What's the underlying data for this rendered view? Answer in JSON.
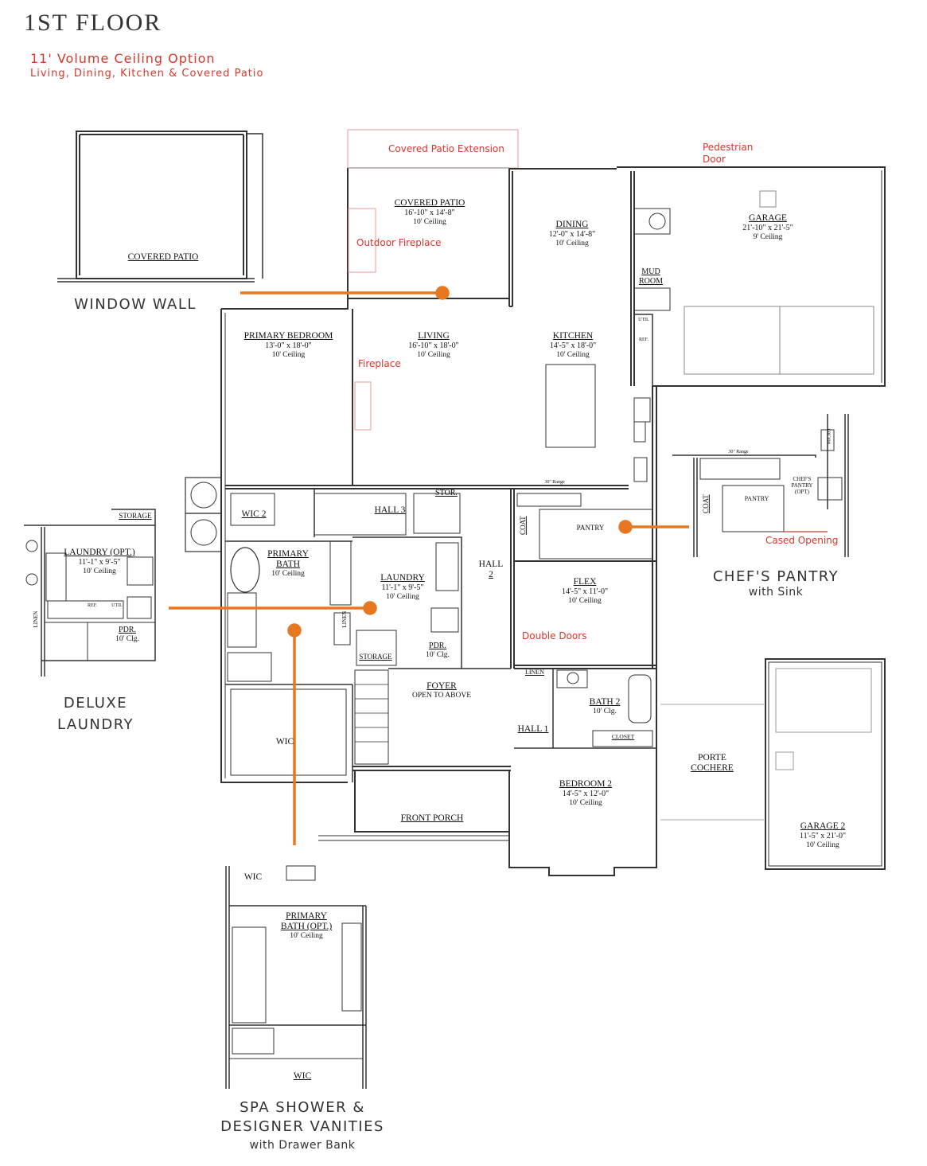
{
  "header": {
    "title": "1ST FLOOR",
    "option_title": "11' Volume Ceiling Option",
    "option_detail": "Living, Dining, Kitchen & Covered Patio"
  },
  "colors": {
    "accent": "#e87722",
    "annotation": "#d8362a",
    "wall": "#333333"
  },
  "rooms": {
    "covered_patio_main": {
      "name": "COVERED PATIO",
      "dims": "16'-10\" x 14'-8\"",
      "ceiling": "10' Ceiling"
    },
    "dining": {
      "name": "DINING",
      "dims": "12'-0\" x 14'-8\"",
      "ceiling": "10' Ceiling"
    },
    "garage": {
      "name": "GARAGE",
      "dims": "21'-10\" x 21'-5\"",
      "ceiling": "9' Ceiling"
    },
    "mud_room": {
      "name_1": "MUD",
      "name_2": "ROOM"
    },
    "util": "UTIL",
    "ref": "REF.",
    "primary_bedroom": {
      "name": "PRIMARY BEDROOM",
      "dims": "13'-0\" x 18'-0\"",
      "ceiling": "10' Ceiling"
    },
    "living": {
      "name": "LIVING",
      "dims": "16'-10\" x 18'-0\"",
      "ceiling": "10' Ceiling"
    },
    "kitchen": {
      "name": "KITCHEN",
      "dims": "14'-5\" x 18'-0\"",
      "ceiling": "10' Ceiling"
    },
    "range": "30\" Range",
    "wic2": "WIC 2",
    "hall3": "HALL 3",
    "stor": "STOR.",
    "coat": "COAT",
    "pantry": "PANTRY",
    "primary_bath": {
      "name_1": "PRIMARY",
      "name_2": "BATH",
      "ceiling": "10' Ceiling"
    },
    "laundry": {
      "name": "LAUNDRY",
      "dims": "11'-1\" x 9'-5\"",
      "ceiling": "10' Ceiling"
    },
    "hall2": {
      "line1": "HALL",
      "line2": "2"
    },
    "flex": {
      "name": "FLEX",
      "dims": "14'-5\" x 11'-0\"",
      "ceiling": "10' Ceiling"
    },
    "linen": "LINEN",
    "storage": "STORAGE",
    "pdr": {
      "name": "PDR.",
      "ceiling": "10' Clg."
    },
    "foyer": {
      "name": "FOYER",
      "note": "OPEN TO ABOVE"
    },
    "bath2": {
      "name": "BATH 2",
      "ceiling": "10' Clg."
    },
    "hall1": "HALL 1",
    "closet": "CLOSET",
    "wic": "WIC",
    "bedroom2": {
      "name": "BEDROOM 2",
      "dims": "14'-5\" x 12'-0\"",
      "ceiling": "10' Ceiling"
    },
    "front_porch": "FRONT PORCH",
    "porte_cochere": {
      "line1": "PORTE",
      "line2": "COCHERE"
    },
    "garage2": {
      "name": "GARAGE  2",
      "dims": "11'-5\" x 21'-0\"",
      "ceiling": "10' Ceiling"
    }
  },
  "annotations": {
    "covered_patio_extension": "Covered Patio Extension",
    "outdoor_fireplace": "Outdoor Fireplace",
    "fireplace": "Fireplace",
    "pedestrian_door_1": "Pedestrian",
    "pedestrian_door_2": "Door",
    "double_doors": "Double Doors",
    "cased_opening": "Cased Opening"
  },
  "insets": {
    "window_wall": {
      "room": "COVERED PATIO",
      "caption": "WINDOW WALL"
    },
    "deluxe_laundry": {
      "storage": "STORAGE",
      "room": "LAUNDRY (OPT.)",
      "dims": "11'-1\" x 9'-5\"",
      "ceiling": "10' Ceiling",
      "ref": "REF.",
      "util": "UTIL",
      "linen": "LINEN",
      "pdr": "PDR.",
      "pdr_ceiling": "10' Clg.",
      "caption_1": "DELUXE",
      "caption_2": "LAUNDRY"
    },
    "chefs_pantry": {
      "range": "30\" Range",
      "room_1": "CHEF'S",
      "room_2": "PANTRY",
      "room_3": "(OPT)",
      "pantry": "PANTRY",
      "coat": "COAT",
      "micro": "MICRO",
      "caption": "CHEF'S PANTRY",
      "caption_sub": "with Sink"
    },
    "spa_shower": {
      "wic_top": "WIC",
      "room_1": "PRIMARY",
      "room_2": "BATH (OPT.)",
      "ceiling": "10' Ceiling",
      "wic_bottom": "WIC",
      "caption_1": "SPA SHOWER &",
      "caption_2": "DESIGNER VANITIES",
      "caption_sub": "with Drawer Bank"
    }
  }
}
